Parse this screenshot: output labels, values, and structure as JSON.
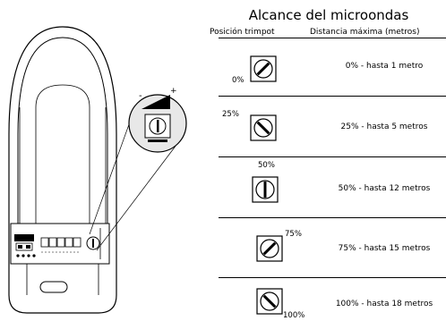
{
  "title": "Alcance del microondas",
  "headers": {
    "position": "Posición trimpot",
    "distance": "Distancia máxima (metros)"
  },
  "rows": [
    {
      "pct_label": "0%",
      "distance": "0% - hasta 1 metro",
      "angle": 45
    },
    {
      "pct_label": "25%",
      "distance": "25% - hasta 5 metros",
      "angle": -45
    },
    {
      "pct_label": "50%",
      "distance": "50% - hasta 12 metros",
      "angle": 0
    },
    {
      "pct_label": "75%",
      "distance": "75% - hasta 15 metros",
      "angle": 45
    },
    {
      "pct_label": "100%",
      "distance": "100% - hasta 18 metros",
      "angle": -45
    }
  ],
  "detector": {
    "zoom_marks": {
      "minus": "-",
      "plus": "+"
    }
  }
}
